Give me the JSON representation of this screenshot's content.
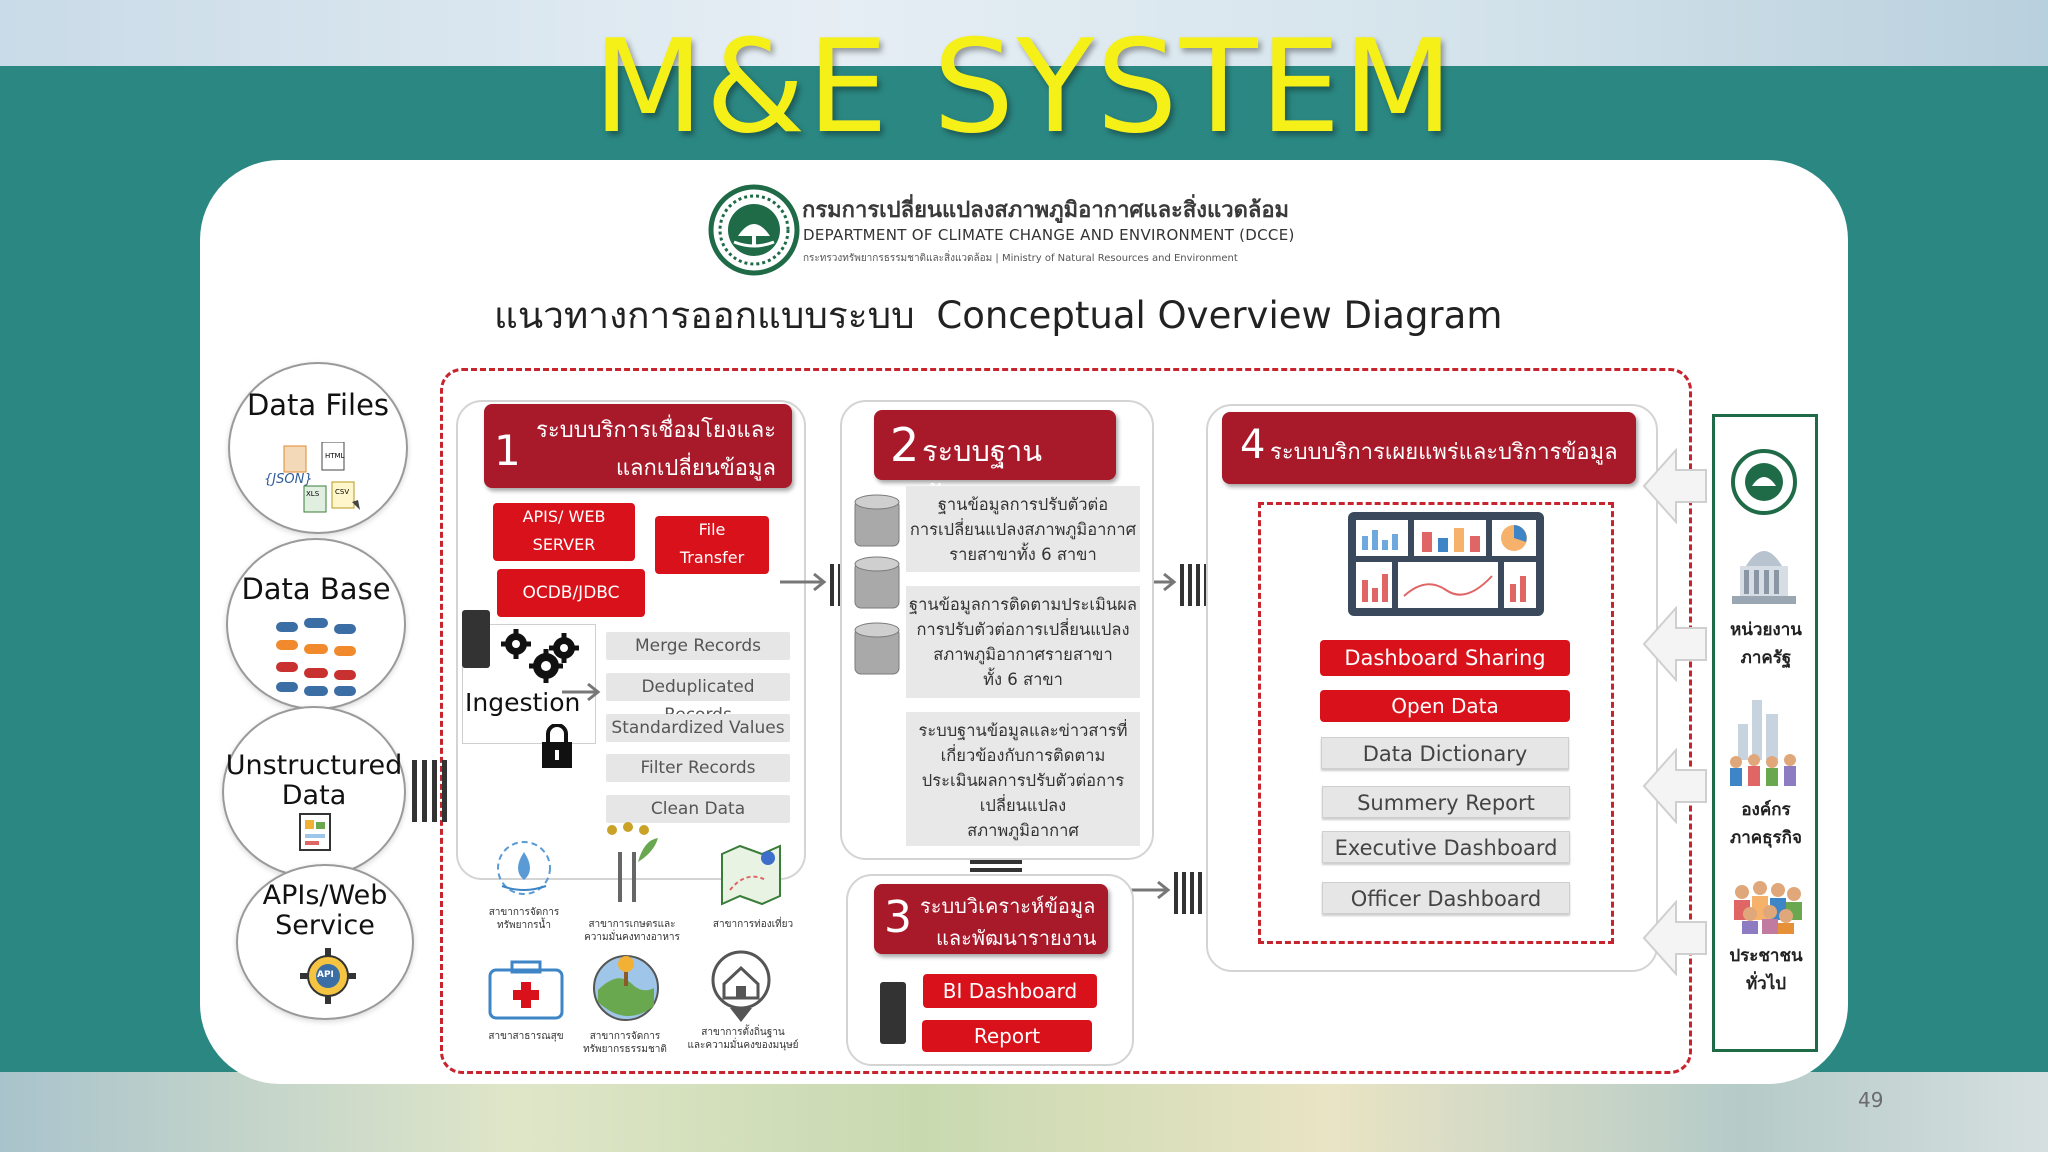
{
  "title": "M&E SYSTEM",
  "page_number": "49",
  "header": {
    "org_thai": "กรมการเปลี่ยนแปลงสภาพภูมิอากาศและสิ่งแวดล้อม",
    "org_english": "DEPARTMENT OF CLIMATE CHANGE AND ENVIRONMENT (DCCE)",
    "ministry": "กระทรวงทรัพยากรธรรมชาติและสิ่งแวดล้อม | Ministry of Natural Resources and Environment",
    "diagram_title_thai": "แนวทางการออกแบบระบบ",
    "diagram_title_english": "Conceptual Overview Diagram"
  },
  "sources": [
    {
      "label_line1": "Data Files",
      "label_line2": ""
    },
    {
      "label_line1": "Data Base",
      "label_line2": ""
    },
    {
      "label_line1": "Unstructured",
      "label_line2": "Data"
    },
    {
      "label_line1": "APIs/Web",
      "label_line2": "Service"
    }
  ],
  "file_icons": {
    "json": "{JSON}",
    "html": "HTML",
    "csv": "CSV",
    "xls": "XLS",
    "api": "API"
  },
  "module1": {
    "number": "1",
    "title_line1": "ระบบบริการเชื่อมโยงและ",
    "title_line2": "แลกเปลี่ยนข้อมูล",
    "apis_line1": "APIS/ WEB",
    "apis_line2": "SERVER",
    "file_line1": "File",
    "file_line2": "Transfer",
    "odbc": "OCDB/JDBC",
    "ingestion": "Ingestion",
    "steps": [
      "Merge Records",
      "Deduplicated Records",
      "Standardized Values",
      "Filter Records",
      "Clean Data"
    ]
  },
  "sectors": [
    {
      "line1": "สาขาการจัดการ",
      "line2": "ทรัพยากรน้ำ"
    },
    {
      "line1": "สาขาการเกษตรและ",
      "line2": "ความมั่นคงทางอาหาร"
    },
    {
      "line1": "สาขาการท่องเที่ยว",
      "line2": ""
    },
    {
      "line1": "สาขาสาธารณสุข",
      "line2": ""
    },
    {
      "line1": "สาขาการจัดการ",
      "line2": "ทรัพยากรธรรมชาติ"
    },
    {
      "line1": "สาขาการตั้งถิ่นฐาน",
      "line2": "และความมั่นคงของมนุษย์"
    }
  ],
  "module2": {
    "number": "2",
    "title": "ระบบฐานข้อมูล",
    "db1": [
      "ฐานข้อมูลการปรับตัวต่อ",
      "การเปลี่ยนแปลงสภาพภูมิอากาศ",
      "รายสาขาทั้ง 6 สาขา"
    ],
    "db2": [
      "ฐานข้อมูลการติดตามประเมินผล",
      "การปรับตัวต่อการเปลี่ยนแปลง",
      "สภาพภูมิอากาศรายสาขา",
      "ทั้ง 6 สาขา"
    ],
    "db3": [
      "ระบบฐานข้อมูลและข่าวสารที่",
      "เกี่ยวข้องกับการติดตาม",
      "ประเมินผลการปรับตัวต่อการ",
      "เปลี่ยนแปลง",
      "สภาพภูมิอากาศ"
    ]
  },
  "module3": {
    "number": "3",
    "title_line1": "ระบบวิเคราะห์ข้อมูล",
    "title_line2": "และพัฒนารายงาน",
    "buttons": [
      "BI Dashboard",
      "Report"
    ]
  },
  "module4": {
    "number": "4",
    "title": "ระบบบริการเผยแพร่และบริการข้อมูล",
    "primary": [
      "Dashboard Sharing",
      "Open Data"
    ],
    "secondary": [
      "Data Dictionary",
      "Summery Report",
      "Executive Dashboard",
      "Officer Dashboard"
    ]
  },
  "stakeholders": [
    {
      "line1": "หน่วยงาน",
      "line2": "ภาครัฐ"
    },
    {
      "line1": "องค์กร",
      "line2": "ภาคธุรกิจ"
    },
    {
      "line1": "ประชาชน",
      "line2": "ทั่วไป"
    }
  ],
  "colors": {
    "teal_band": "#2b8782",
    "title_yellow": "#f6f019",
    "module_red": "#a8192a",
    "button_red": "#d9111b",
    "dcce_green": "#1f6b47",
    "dashed_red": "#c8242e"
  }
}
